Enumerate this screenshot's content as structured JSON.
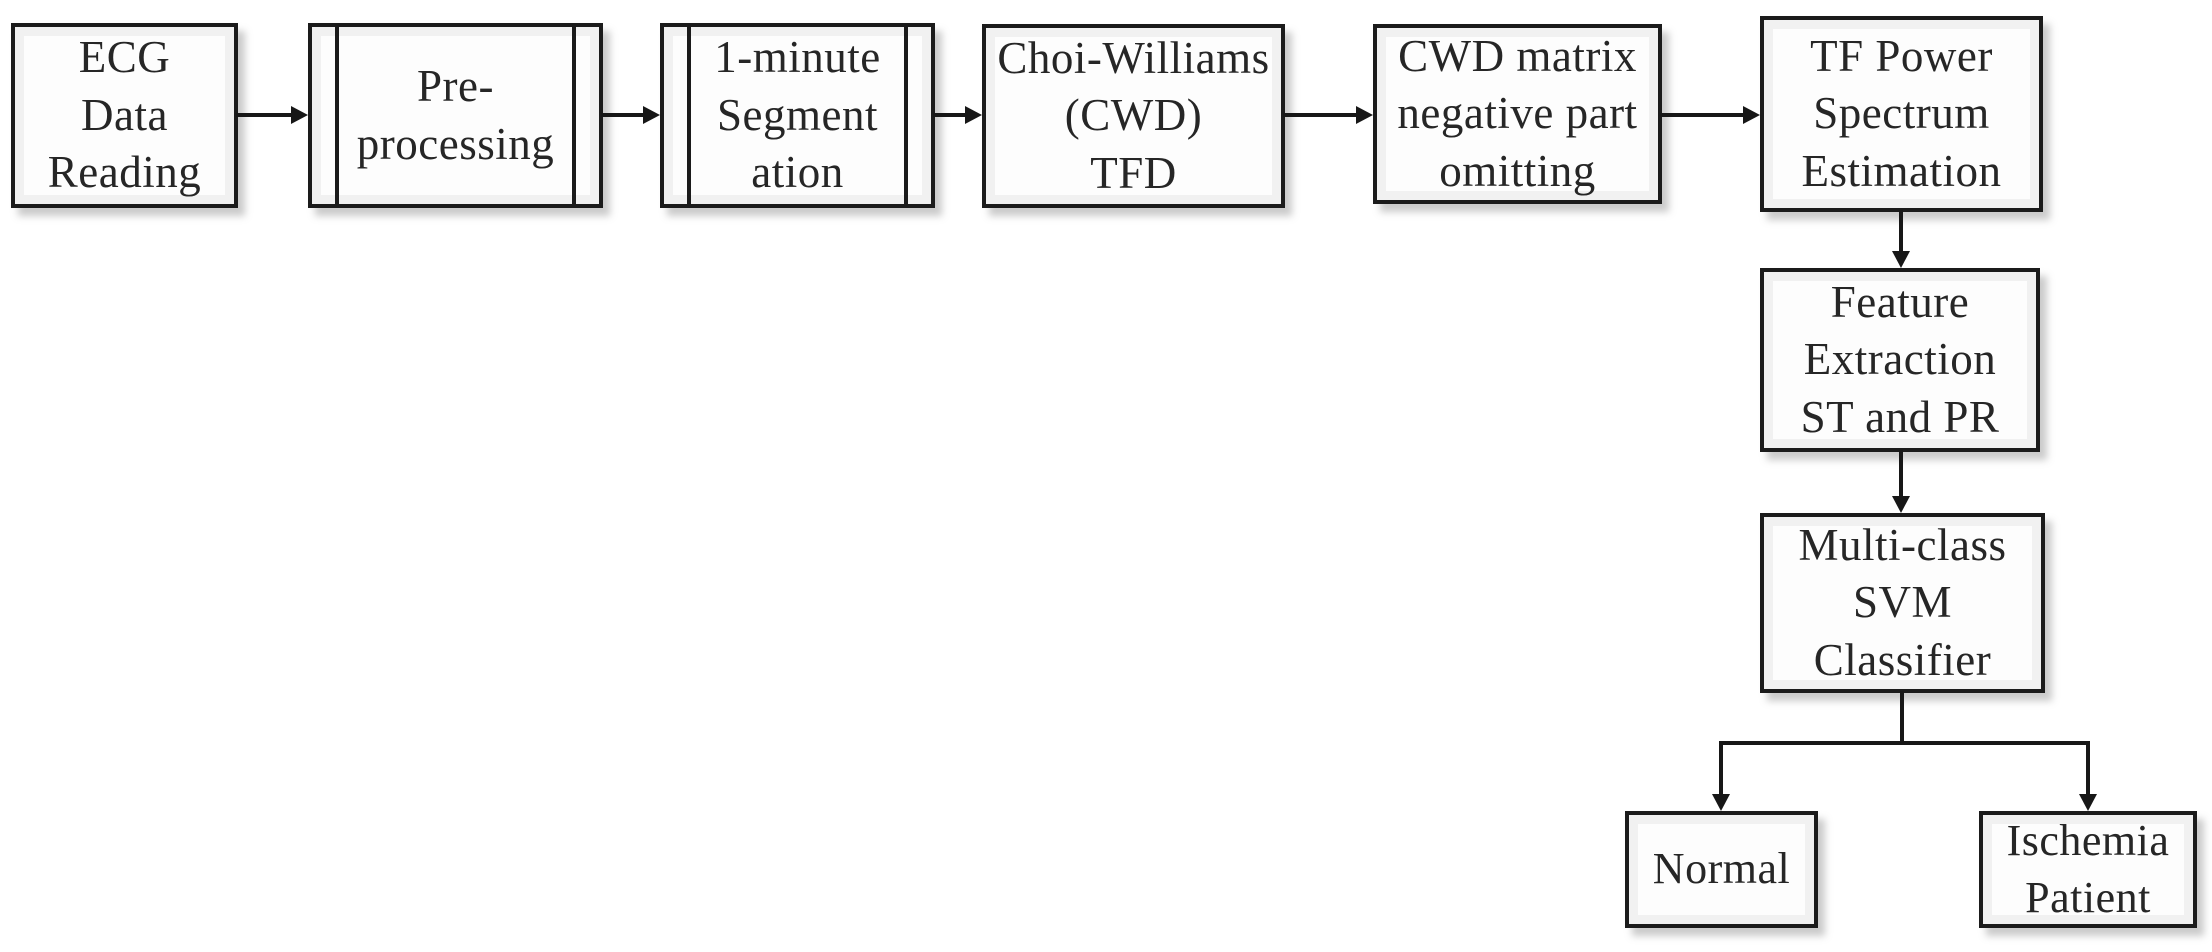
{
  "diagram_type": "flowchart",
  "colors": {
    "background": "#ffffff",
    "box_fill": "#fdfdfd",
    "box_border": "#1b1b1b",
    "text": "#262626",
    "connector": "#171717",
    "shadow": "rgba(140,140,140,0.45)"
  },
  "nodes": {
    "ecg_data_reading": {
      "label": "ECG\nData\nReading",
      "shape": "process"
    },
    "preprocessing": {
      "label": "Pre-\nprocessing",
      "shape": "subroutine"
    },
    "segmentation": {
      "label": "1-minute\nSegment\nation",
      "shape": "subroutine"
    },
    "cwd_tfd": {
      "label": "Choi-Williams\n(CWD)\nTFD",
      "shape": "process"
    },
    "cwd_negative_omitting": {
      "label": "CWD matrix\nnegative part\nomitting",
      "shape": "process"
    },
    "tf_power_spectrum": {
      "label": "TF Power\nSpectrum\nEstimation",
      "shape": "process"
    },
    "feature_extraction": {
      "label": "Feature\nExtraction\nST and PR",
      "shape": "process"
    },
    "svm_classifier": {
      "label": "Multi-class\nSVM\nClassifier",
      "shape": "process"
    },
    "normal": {
      "label": "Normal",
      "shape": "process"
    },
    "ischemia_patient": {
      "label": "Ischemia\nPatient",
      "shape": "process"
    }
  },
  "edges": [
    {
      "from": "ecg_data_reading",
      "to": "preprocessing",
      "direction": "right"
    },
    {
      "from": "preprocessing",
      "to": "segmentation",
      "direction": "right"
    },
    {
      "from": "segmentation",
      "to": "cwd_tfd",
      "direction": "right"
    },
    {
      "from": "cwd_tfd",
      "to": "cwd_negative_omitting",
      "direction": "right"
    },
    {
      "from": "cwd_negative_omitting",
      "to": "tf_power_spectrum",
      "direction": "right"
    },
    {
      "from": "tf_power_spectrum",
      "to": "feature_extraction",
      "direction": "down"
    },
    {
      "from": "feature_extraction",
      "to": "svm_classifier",
      "direction": "down"
    },
    {
      "from": "svm_classifier",
      "to": "normal",
      "direction": "branch-down"
    },
    {
      "from": "svm_classifier",
      "to": "ischemia_patient",
      "direction": "branch-down"
    }
  ]
}
